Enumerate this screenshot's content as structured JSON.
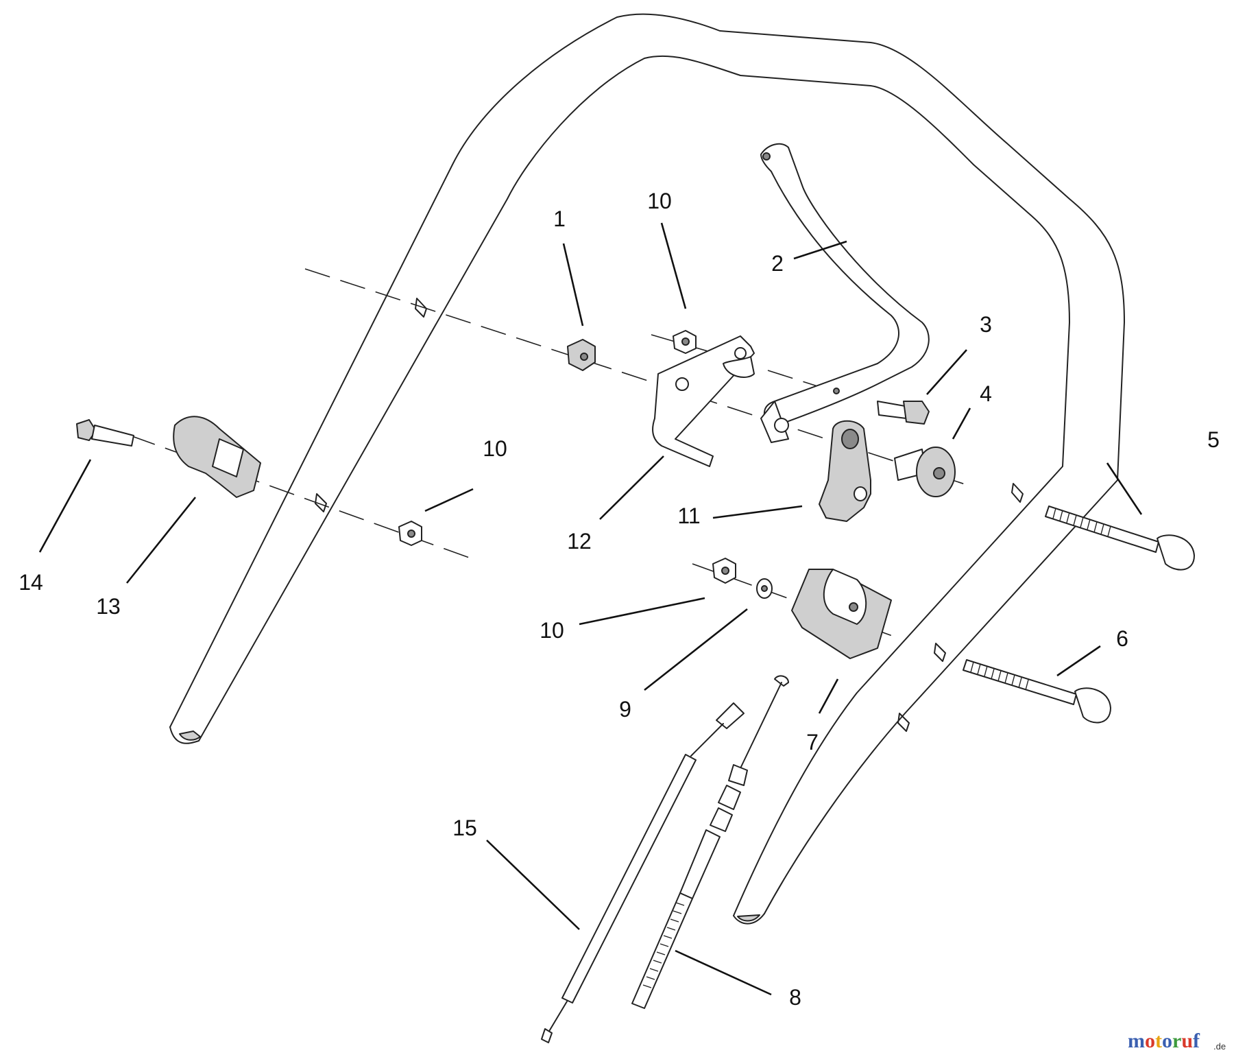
{
  "callouts": [
    {
      "id": "1",
      "label": "1"
    },
    {
      "id": "2",
      "label": "2"
    },
    {
      "id": "3",
      "label": "3"
    },
    {
      "id": "4",
      "label": "4"
    },
    {
      "id": "5",
      "label": "5"
    },
    {
      "id": "6",
      "label": "6"
    },
    {
      "id": "7",
      "label": "7"
    },
    {
      "id": "8",
      "label": "8"
    },
    {
      "id": "9",
      "label": "9"
    },
    {
      "id": "10a",
      "label": "10"
    },
    {
      "id": "10b",
      "label": "10"
    },
    {
      "id": "10c",
      "label": "10"
    },
    {
      "id": "11",
      "label": "11"
    },
    {
      "id": "12",
      "label": "12"
    },
    {
      "id": "13",
      "label": "13"
    },
    {
      "id": "14",
      "label": "14"
    },
    {
      "id": "15",
      "label": "15"
    }
  ],
  "watermark": {
    "main": "motoruf",
    "suffix": ".de",
    "letter_colors": [
      "#3a5fb0",
      "#d93a2b",
      "#e8a413",
      "#3a5fb0",
      "#3c9a3c",
      "#d93a2b",
      "#3a5fb0"
    ]
  }
}
